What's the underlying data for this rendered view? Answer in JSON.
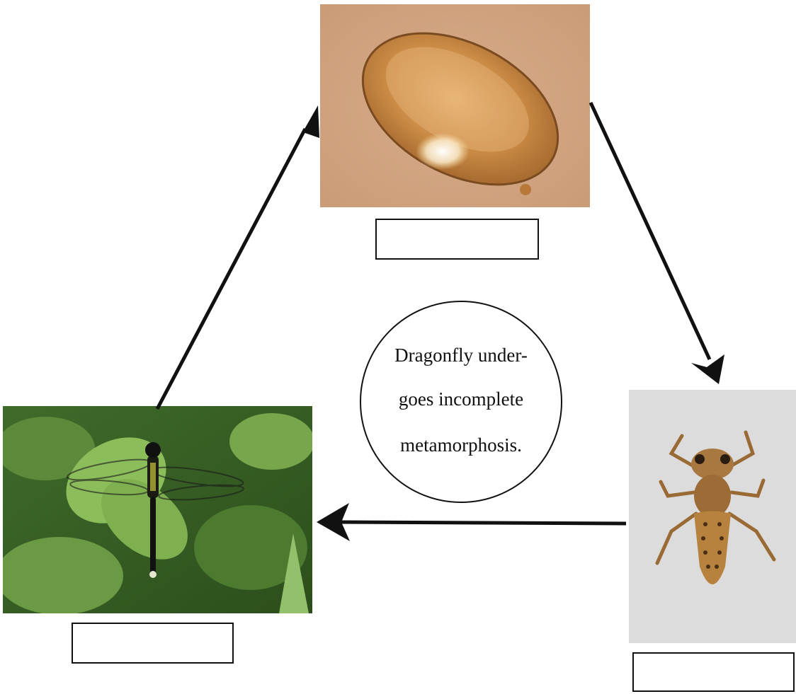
{
  "diagram": {
    "center_text": {
      "line1": "Dragonfly under-",
      "line2": "goes incomplete",
      "line3": "metamorphosis."
    },
    "stages": [
      {
        "id": "egg",
        "image": "dragonfly-egg-photo",
        "label": ""
      },
      {
        "id": "nymph",
        "image": "dragonfly-nymph-photo",
        "label": ""
      },
      {
        "id": "adult",
        "image": "adult-dragonfly-photo",
        "label": ""
      }
    ],
    "cycle": [
      "egg",
      "nymph",
      "adult",
      "egg"
    ],
    "colors": {
      "arrow": "#111111",
      "box_border": "#111111"
    }
  }
}
